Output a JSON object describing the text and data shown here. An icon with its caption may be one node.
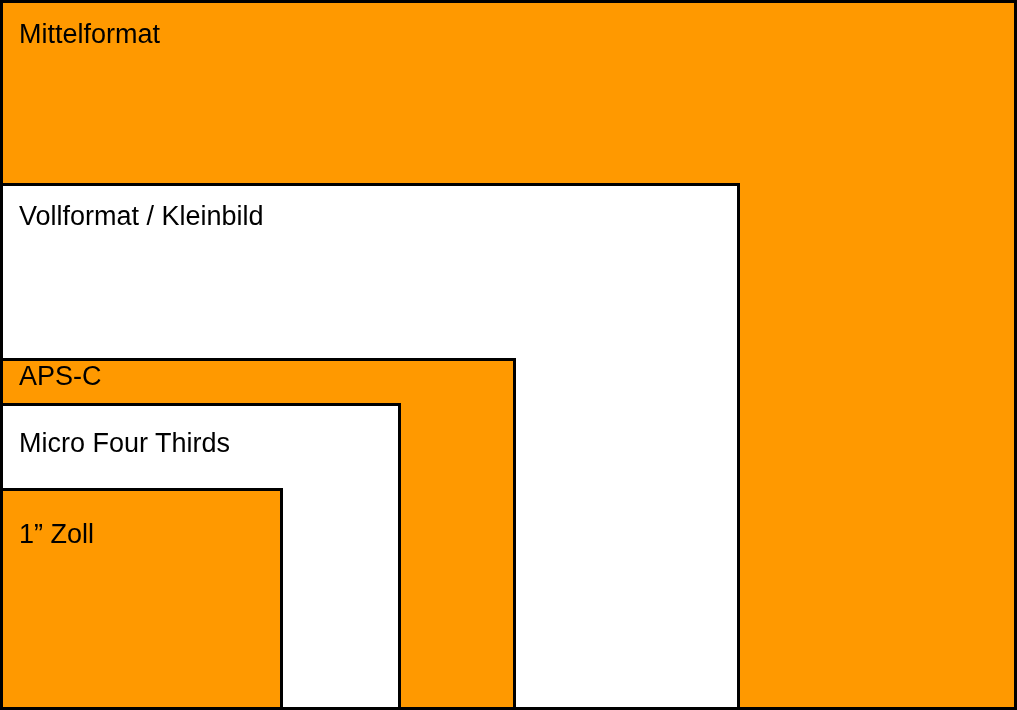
{
  "diagram": {
    "nodes": [
      {
        "text": [
          "Mittelformat"
        ]
      },
      {
        "text": [
          "Vollformat / Kleinbild"
        ],
        "in": 0
      },
      {
        "text": [
          "APS-C"
        ],
        "in": 1
      },
      {
        "text": [
          "Micro Four Thirds"
        ],
        "in": 2
      },
      {
        "text": [
          "1” Zoll"
        ],
        "in": 3
      }
    ]
  }
}
